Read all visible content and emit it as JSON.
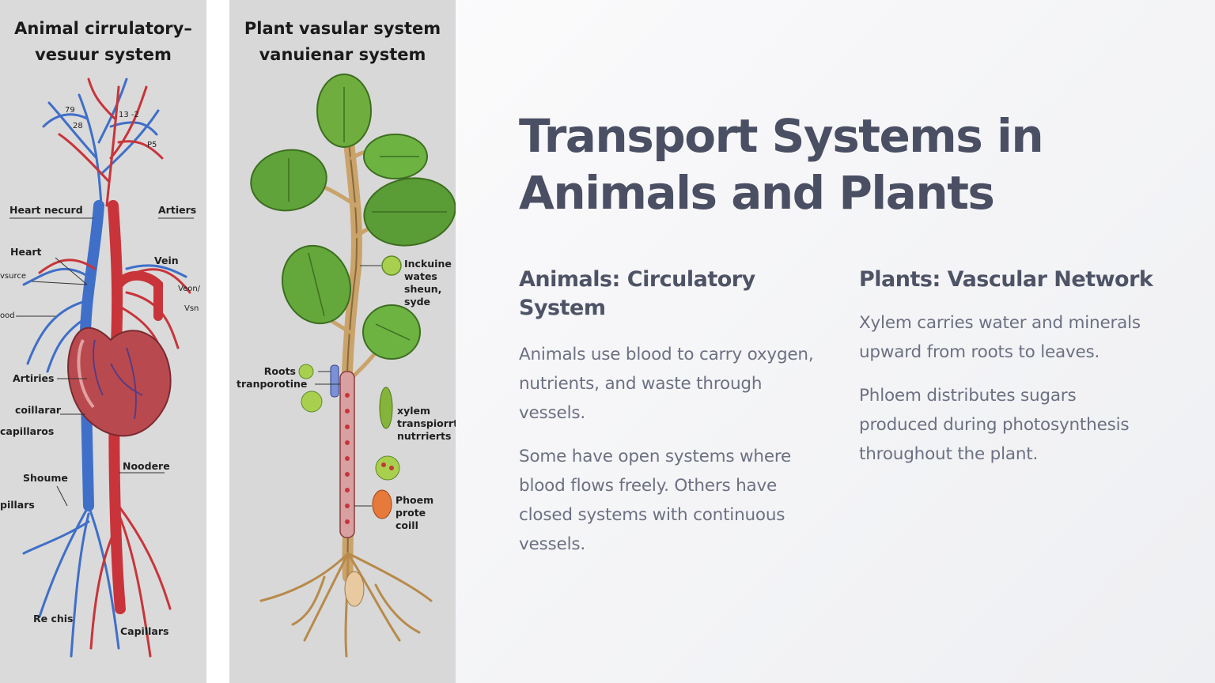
{
  "left_panel": {
    "title": "Animal cirrulatory–\nvesuur system",
    "labels": {
      "heart_necurd": "Heart necurd",
      "artiers": "Artiers",
      "heart": "Heart",
      "vein": "Vein",
      "vsurce": "vsurce",
      "veon": "Veon/",
      "vsn": "Vsn",
      "ood": "ood",
      "artiries": "Artiries",
      "coillarar": "coillarar",
      "capillaros": "capillaros",
      "noodere": "Noodere",
      "shoume": "Shoume",
      "pillars": "pillars",
      "rechis": "Re chis",
      "capillars": "Capillars",
      "n79": "79",
      "n28": "28",
      "p5": "P5",
      "n13": "13 -2"
    }
  },
  "right_panel": {
    "title": "Plant vasular system\nvanuienar system",
    "labels": {
      "inckuine": "Inckuine\nwates\nsheun, syde",
      "roots": "Roots\ntranporotine",
      "xylem": "xylem\ntranspiorrtii\nnutrrierts",
      "phoem": "Phoem prote\ncoill"
    }
  },
  "slide": {
    "title": "Transport Systems in\nAnimals and Plants",
    "animals": {
      "heading": "Animals: Circulatory\nSystem",
      "paragraphs": [
        "Animals use blood to carry oxygen, nutrients, and waste through vessels.",
        "Some have open systems where blood flows freely. Others have closed systems with continuous vessels."
      ]
    },
    "plants": {
      "heading": "Plants: Vascular Network",
      "paragraphs": [
        "Xylem carries water and minerals upward from roots to leaves.",
        "Phloem distributes sugars produced during photosynthesis throughout the plant."
      ]
    }
  },
  "colors": {
    "artery_red": "#c8343a",
    "vein_blue": "#3f6fc8",
    "leaf_green": "#5fa33a",
    "stem_tan": "#c9a36a",
    "title_text": "#4a4f63",
    "body_text": "#6c7082"
  }
}
